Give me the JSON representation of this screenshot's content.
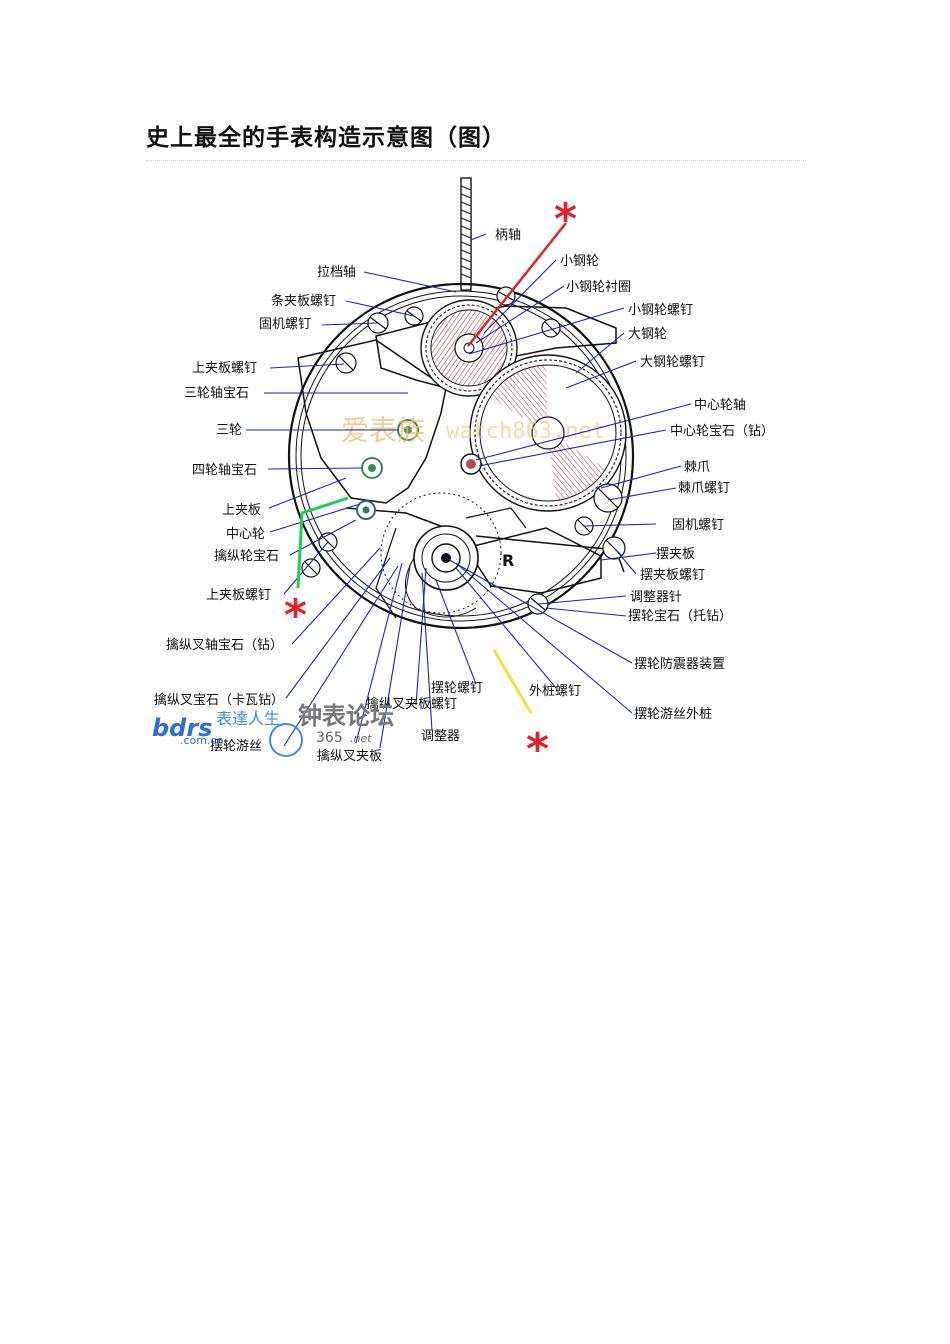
{
  "page": {
    "title": "史上最全的手表构造示意图（图）"
  },
  "diagram": {
    "labels": {
      "bingzhou": "柄轴",
      "ladangzhou": "拉档轴",
      "tiaojiaban_luoding": "条夹板螺钉",
      "gujiluoding_top": "固机螺钉",
      "shangjiaban_luoding": "上夹板螺钉",
      "sanlunzhou_baoshi": "三轮轴宝石",
      "sanlun": "三轮",
      "silunzhou_baoshi": "四轮轴宝石",
      "shangjiaban": "上夹板",
      "zhongxinlun": "中心轮",
      "qinzonglun_baoshi": "擒纵轮宝石",
      "shangjiaban_luoding2": "上夹板螺钉",
      "qinzongcha_zhou_baoshi": "擒纵叉轴宝石（钻）",
      "qinzongcha_baoshi": "擒纵叉宝石（卡瓦钻）",
      "bailun_yousi": "摆轮游丝",
      "qinzongcha_jiaban": "擒纵叉夹板",
      "qinzongcha_jiaban_luoding": "擒纵叉夹板螺钉",
      "tiaozhengqi": "调整器",
      "bailun_luoding": "摆轮螺钉",
      "waizhuang_luoding": "外桩螺钉",
      "xiaoganglun": "小钢轮",
      "xiaoganglun_chenquan": "小钢轮衬圈",
      "xiaoganglun_luoding": "小钢轮螺钉",
      "daganglun": "大钢轮",
      "daganglun_luoding": "大钢轮螺钉",
      "zhongxinlunzhou": "中心轮轴",
      "zhongxinlun_baoshi": "中心轮宝石（钻）",
      "jizhua": "棘爪",
      "jizhua_luoding": "棘爪螺钉",
      "gujiluoding_right": "固机螺钉",
      "baijiaban": "摆夹板",
      "baijiaban_luoding": "摆夹板螺钉",
      "tiaozhengqizhen": "调整器针",
      "bailun_baoshi": "摆轮宝石（托钻）",
      "bailun_fangzhenqi": "摆轮防震器装置",
      "bailun_yousi_waizhuang": "摆轮游丝外桩"
    },
    "watermark": {
      "site_cn": "爱表族",
      "site_url": "watch863.net",
      "logo_brand": "bdrs",
      "logo_domain": ".com.cn",
      "logo_cn": "表達人生",
      "logo_forum": "钟表论坛",
      "logo_num": "365",
      "logo_net": ".net",
      "movement_mark": "R"
    },
    "colors": {
      "annotation_red": "#e0232a",
      "annotation_green": "#22cc55",
      "annotation_yellow": "#f0e040",
      "pointer_blue": "#1a2aa8",
      "engraving": "#b54a55"
    }
  }
}
